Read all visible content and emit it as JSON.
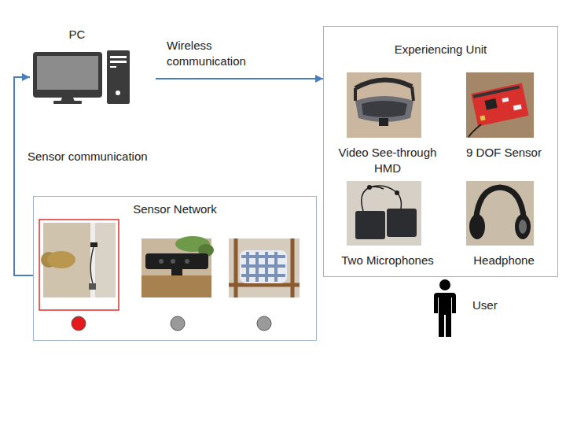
{
  "diagram": {
    "nodes": [
      {
        "text": [
          "PC"
        ]
      },
      {
        "text": [
          "Experiencing Unit"
        ]
      },
      {
        "text": [
          "Video See-through HMD"
        ],
        "in": 1
      },
      {
        "text": [
          "9 DOF Sensor"
        ],
        "in": 1
      },
      {
        "text": [
          "Two Microphones"
        ],
        "in": 1
      },
      {
        "text": [
          "Headphone"
        ],
        "in": 1
      },
      {
        "text": [
          "Sensor Network"
        ]
      },
      {
        "text": [
          "User"
        ]
      }
    ],
    "edges": [
      {
        "from": 0,
        "to": 1,
        "label": "Wireless communication",
        "arrow": "to"
      },
      {
        "from": 6,
        "to": 0,
        "label": "Sensor communication",
        "arrow": "to"
      }
    ]
  }
}
